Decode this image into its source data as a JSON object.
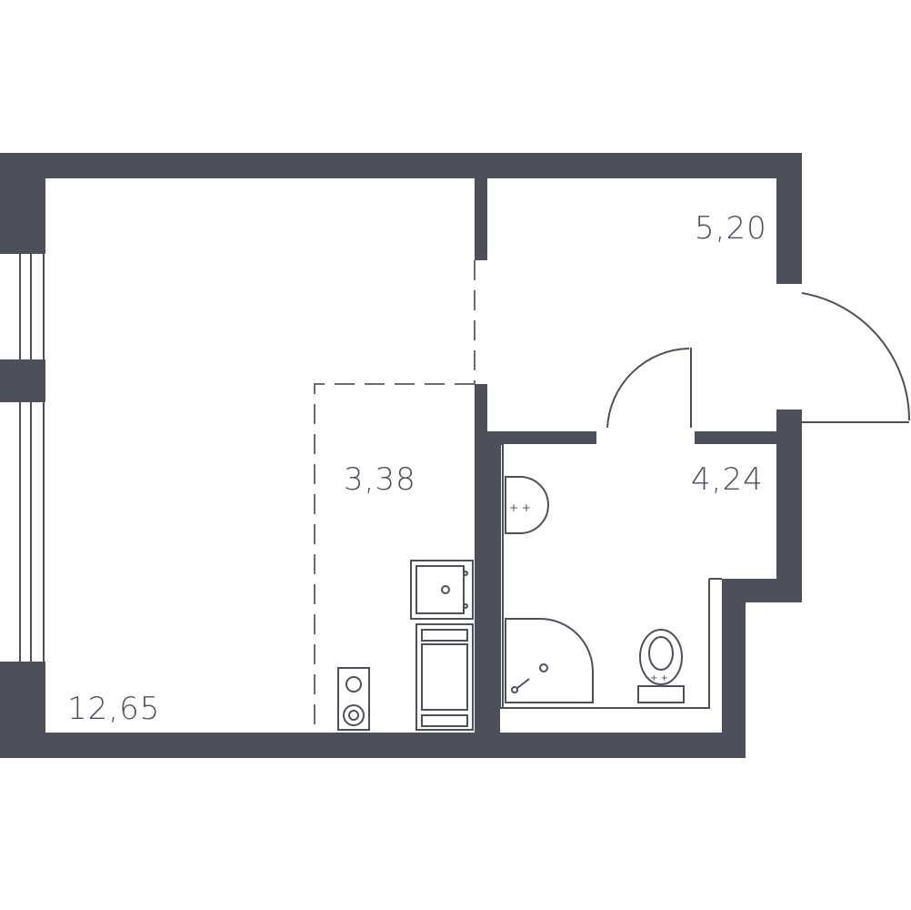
{
  "rooms": [
    {
      "id": "living-room",
      "area": "12,65"
    },
    {
      "id": "kitchen-zone",
      "area": "3,38"
    },
    {
      "id": "hallway",
      "area": "5,20"
    },
    {
      "id": "bathroom",
      "area": "4,24"
    }
  ],
  "colors": {
    "wall": "#4d5059",
    "background": "#ffffff"
  },
  "icons": [
    "window",
    "entrance-door",
    "bathroom-door",
    "stove",
    "sink",
    "refrigerator",
    "washing-machine",
    "washbasin",
    "shower-corner",
    "toilet"
  ]
}
